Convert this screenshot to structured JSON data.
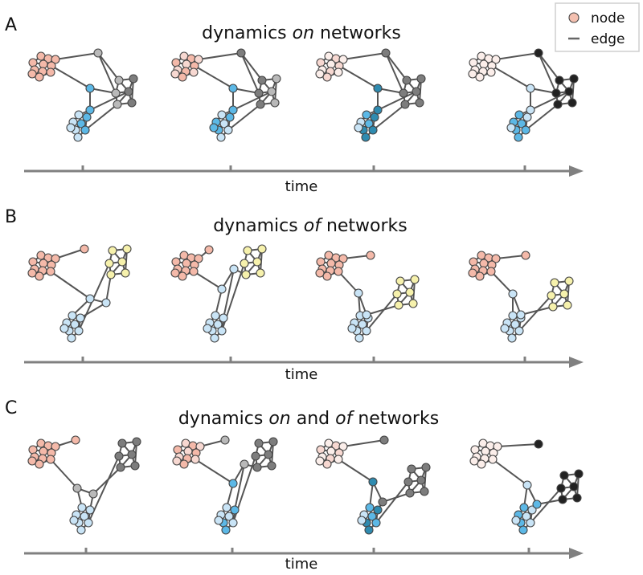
{
  "legend": {
    "node_label": "node",
    "edge_label": "edge",
    "node_color": "#f4c0b0",
    "edge_color": "#666666"
  },
  "axis": {
    "label": "time",
    "color": "#808080"
  },
  "panels": [
    {
      "letter": "A",
      "title_parts": [
        {
          "text": "dynamics ",
          "italic": false
        },
        {
          "text": "on",
          "italic": true
        },
        {
          "text": " networks",
          "italic": false
        }
      ]
    },
    {
      "letter": "B",
      "title_parts": [
        {
          "text": "dynamics ",
          "italic": false
        },
        {
          "text": "of",
          "italic": true
        },
        {
          "text": " networks",
          "italic": false
        }
      ]
    },
    {
      "letter": "C",
      "title_parts": [
        {
          "text": "dynamics ",
          "italic": false
        },
        {
          "text": "on",
          "italic": true
        },
        {
          "text": " and ",
          "italic": false
        },
        {
          "text": "of",
          "italic": true
        },
        {
          "text": " networks",
          "italic": false
        }
      ]
    }
  ],
  "palette": {
    "pink": "#f4b9a9",
    "pink_light": "#f7d8d1",
    "pink_faint": "#fbeeea",
    "blue_light": "#c9e4f6",
    "blue": "#5cb8e6",
    "blue_dark": "#2f8bb0",
    "yellow": "#f6f1ac",
    "grey_light": "#b9b9b9",
    "grey": "#7d7d7d",
    "black": "#222222"
  }
}
